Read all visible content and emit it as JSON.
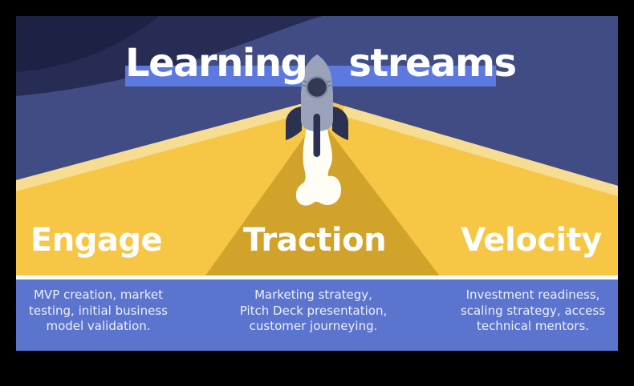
{
  "title": {
    "part1": "Learning",
    "part2": "streams"
  },
  "columns": [
    {
      "heading": "Engage",
      "lines": [
        "MVP creation, market",
        "testing, initial business",
        "model validation."
      ]
    },
    {
      "heading": "Traction",
      "lines": [
        "Marketing strategy,",
        "Pitch Deck presentation,",
        "customer journeying."
      ]
    },
    {
      "heading": "Velocity",
      "lines": [
        "Investment readiness,",
        "scaling strategy, access",
        "technical mentors."
      ]
    }
  ],
  "icons": {
    "center_illustration": "rocket-icon"
  },
  "colors": {
    "frame": "#000000",
    "background": "#424c84",
    "navy_wave": "#272c55",
    "navy_corner": "#1d2245",
    "title_highlight": "#5b79df",
    "beam_yellow": "#f7c644",
    "beam_edge_cream": "#f6dd92",
    "center_beam_gold": "#d2a32b",
    "band_blue": "#5b74ce",
    "separator_white": "#ffffff",
    "rocket_gray": "#9aa3ba",
    "rocket_dark": "#2b3150",
    "rocket_seam": "#6b7490",
    "window_ring": "#828da8",
    "window_glass": "#323950",
    "flame_white": "#fffdf4",
    "text_white": "#ffffff"
  }
}
